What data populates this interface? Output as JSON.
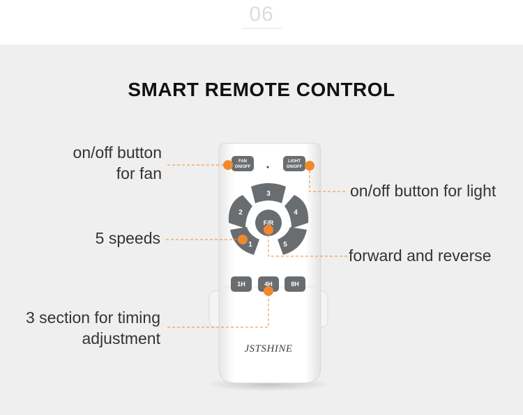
{
  "header": {
    "section_number": "06"
  },
  "title": "SMART REMOTE CONTROL",
  "callouts": {
    "fan_power": [
      "on/off button",
      "for fan"
    ],
    "light_power": "on/off button for light",
    "speeds": "5 speeds",
    "direction": "forward and reverse",
    "timer": [
      "3 section for timing",
      "adjustment"
    ]
  },
  "remote": {
    "brand": "JSTSHINE",
    "buttons": {
      "fan_onoff": [
        "FAN",
        "ON/OFF"
      ],
      "light_onoff": [
        "LIGHT",
        "ON/OFF"
      ],
      "speeds": [
        "1",
        "2",
        "3",
        "4",
        "5"
      ],
      "forward_reverse": "F/R",
      "timers": [
        "1H",
        "4H",
        "8H"
      ]
    }
  },
  "colors": {
    "accent": "#f0892d",
    "button_gray": "#6a6d70",
    "remote_body": "#fbfbfb",
    "background": "#efefef"
  }
}
